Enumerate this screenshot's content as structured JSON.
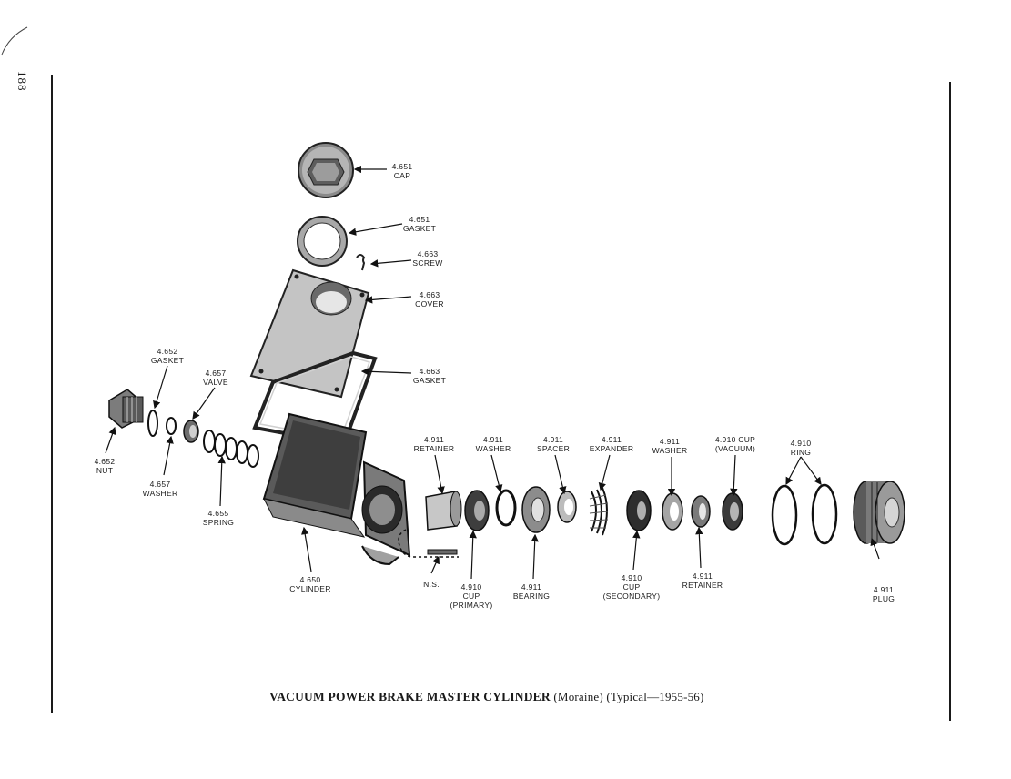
{
  "page_number": "188",
  "caption": {
    "main": "VACUUM POWER BRAKE MASTER CYLINDER",
    "detail": "(Moraine) (Typical—1955-56)"
  },
  "labels": {
    "cap": [
      "4.651",
      "CAP"
    ],
    "gasket_top": [
      "4.651",
      "GASKET"
    ],
    "screw": [
      "4.663",
      "SCREW"
    ],
    "cover": [
      "4.663",
      "COVER"
    ],
    "gasket_cover": [
      "4.663",
      "GASKET"
    ],
    "gasket_left": [
      "4.652",
      "GASKET"
    ],
    "valve": [
      "4.657",
      "VALVE"
    ],
    "nut": [
      "4.652",
      "NUT"
    ],
    "washer_left": [
      "4.657",
      "WASHER"
    ],
    "spring": [
      "4.655",
      "SPRING"
    ],
    "cylinder": [
      "4.650",
      "CYLINDER"
    ],
    "ns": [
      "N.S."
    ],
    "retainer_top": [
      "4.911",
      "RETAINER"
    ],
    "washer_mid": [
      "4.911",
      "WASHER"
    ],
    "spacer": [
      "4.911",
      "SPACER"
    ],
    "expander": [
      "4.911",
      "EXPANDER"
    ],
    "washer_right": [
      "4.911",
      "WASHER"
    ],
    "cup_vacuum": [
      "4.910 CUP",
      "(VACUUM)"
    ],
    "ring": [
      "4.910",
      "RING"
    ],
    "cup_primary": [
      "4.910",
      "CUP",
      "(PRIMARY)"
    ],
    "bearing": [
      "4.911",
      "BEARING"
    ],
    "cup_secondary": [
      "4.910",
      "CUP",
      "(SECONDARY)"
    ],
    "retainer_bottom": [
      "4.911",
      "RETAINER"
    ],
    "plug": [
      "4.911",
      "PLUG"
    ]
  }
}
